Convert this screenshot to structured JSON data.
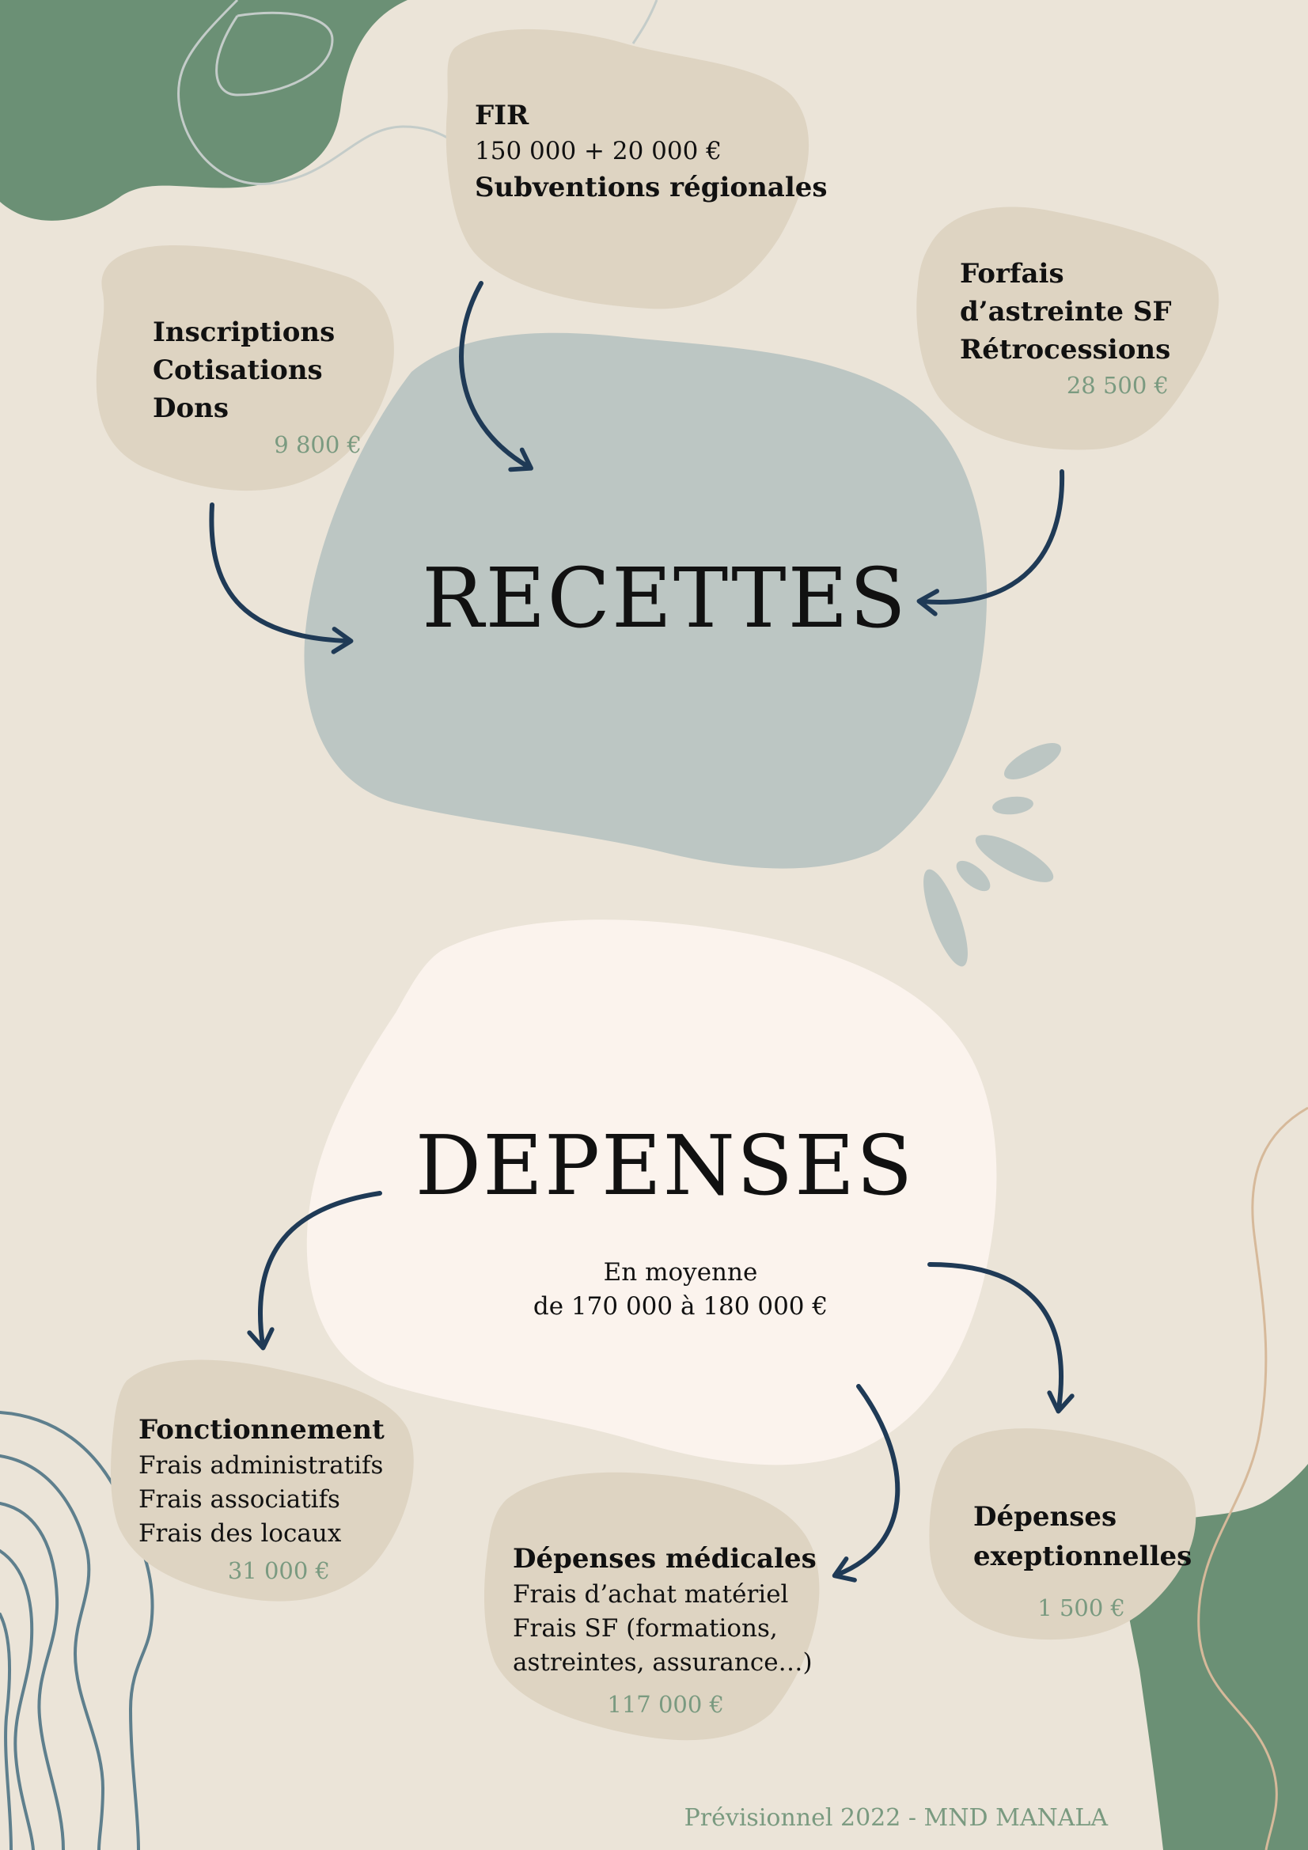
{
  "colors": {
    "background": "#ebe4d8",
    "blob_sand": "#ded4c2",
    "blob_recettes": "#bcc6c3",
    "blob_depenses": "#fbf3ed",
    "green": "#6b9075",
    "arrow": "#1f3a56",
    "amount": "#7a9a80"
  },
  "recettes": {
    "title": "RECETTES",
    "fir": {
      "title": "FIR",
      "amount": "150 000 + 20 000 €",
      "subtitle": "Subventions régionales"
    },
    "inscriptions": {
      "lines": [
        "Inscriptions",
        "Cotisations",
        "Dons"
      ],
      "amount": "9 800 €"
    },
    "forfais": {
      "lines": [
        "Forfais",
        "d’astreinte SF",
        "Rétrocessions"
      ],
      "amount": "28 500 €"
    }
  },
  "depenses": {
    "title": "DEPENSES",
    "average_lines": [
      "En moyenne",
      "de 170 000 à 180 000 €"
    ],
    "fonctionnement": {
      "title": "Fonctionnement",
      "items": [
        "Frais administratifs",
        "Frais associatifs",
        "Frais des locaux"
      ],
      "amount": "31 000 €"
    },
    "medicales": {
      "title": "Dépenses médicales",
      "items": [
        "Frais d’achat matériel",
        "Frais SF (formations,",
        "astreintes, assurance…)"
      ],
      "amount": "117 000 €"
    },
    "exceptionnelles": {
      "lines": [
        "Dépenses",
        "exeptionnelles"
      ],
      "amount": "1 500 €"
    }
  },
  "footer": "Prévisionnel 2022 - MND MANALA"
}
